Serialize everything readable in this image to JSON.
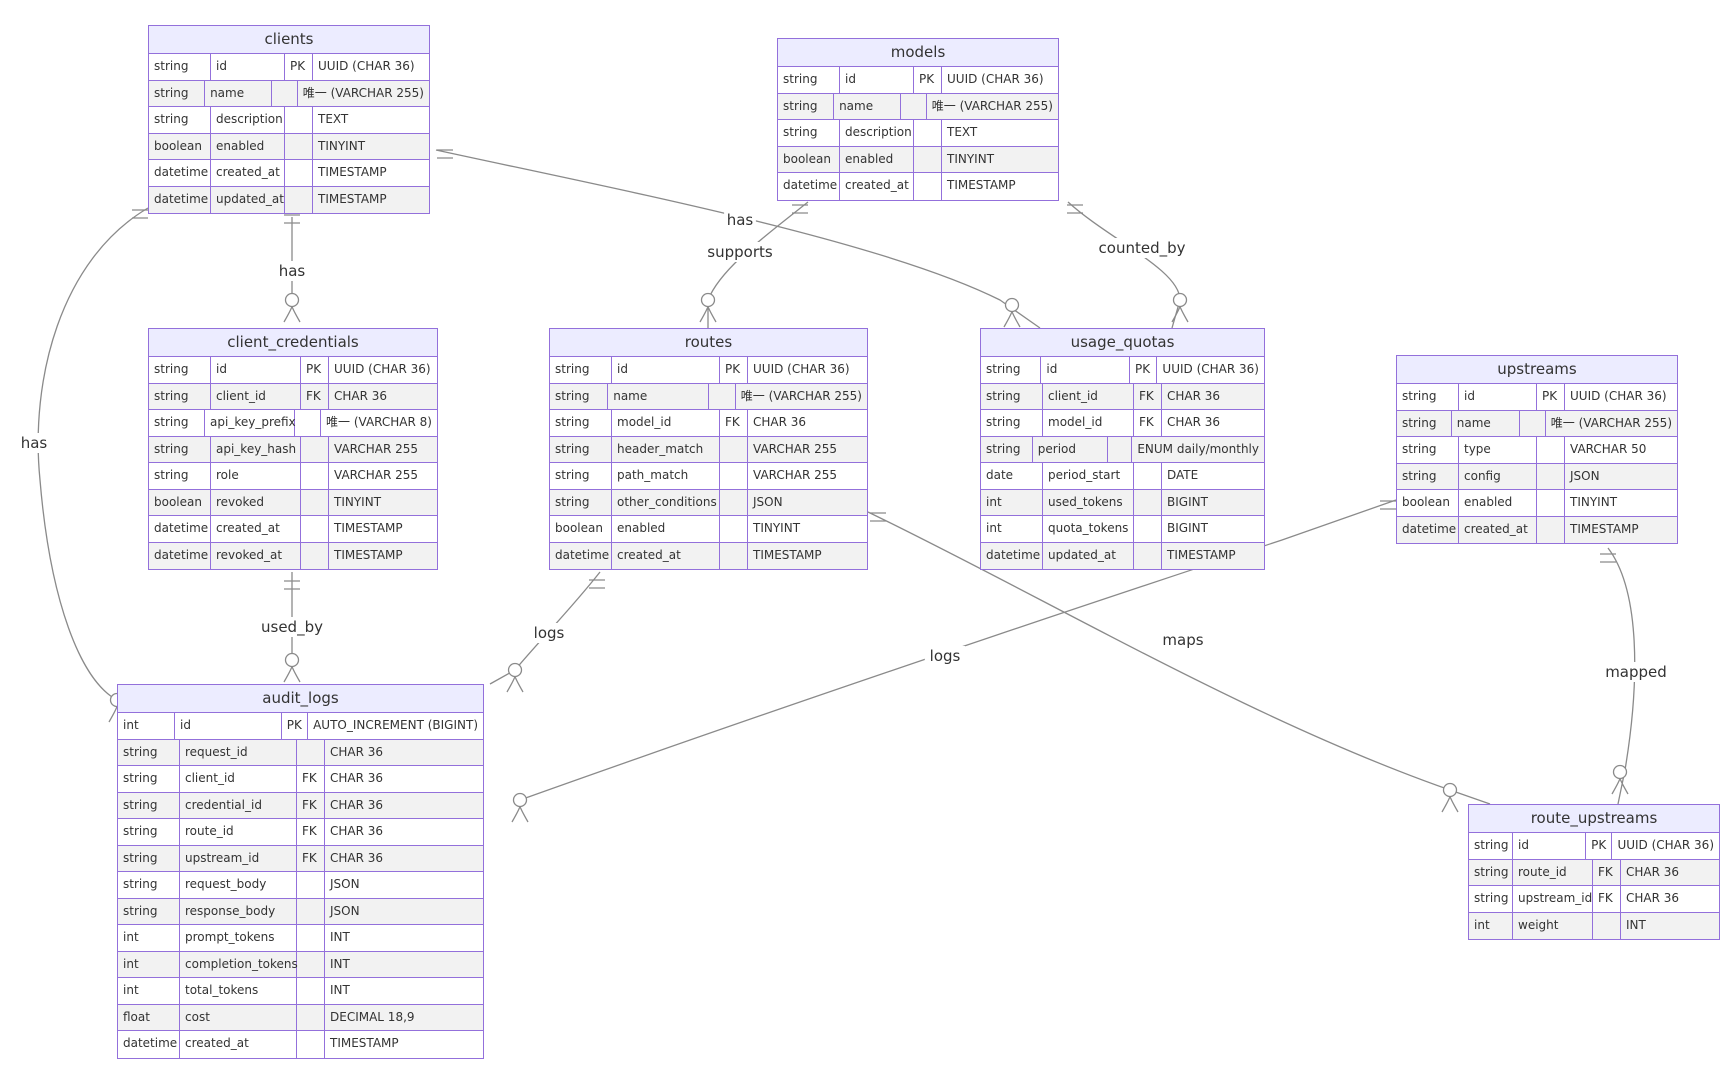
{
  "entities": [
    {
      "name": "clients",
      "rows": [
        [
          "string",
          "id",
          "PK",
          "UUID (CHAR 36)"
        ],
        [
          "string",
          "name",
          "",
          "唯一 (VARCHAR 255)"
        ],
        [
          "string",
          "description",
          "",
          "TEXT"
        ],
        [
          "boolean",
          "enabled",
          "",
          "TINYINT"
        ],
        [
          "datetime",
          "created_at",
          "",
          "TIMESTAMP"
        ],
        [
          "datetime",
          "updated_at",
          "",
          "TIMESTAMP"
        ]
      ]
    },
    {
      "name": "models",
      "rows": [
        [
          "string",
          "id",
          "PK",
          "UUID (CHAR 36)"
        ],
        [
          "string",
          "name",
          "",
          "唯一 (VARCHAR 255)"
        ],
        [
          "string",
          "description",
          "",
          "TEXT"
        ],
        [
          "boolean",
          "enabled",
          "",
          "TINYINT"
        ],
        [
          "datetime",
          "created_at",
          "",
          "TIMESTAMP"
        ]
      ]
    },
    {
      "name": "client_credentials",
      "rows": [
        [
          "string",
          "id",
          "PK",
          "UUID (CHAR 36)"
        ],
        [
          "string",
          "client_id",
          "FK",
          "CHAR 36"
        ],
        [
          "string",
          "api_key_prefix",
          "",
          "唯一 (VARCHAR 8)"
        ],
        [
          "string",
          "api_key_hash",
          "",
          "VARCHAR 255"
        ],
        [
          "string",
          "role",
          "",
          "VARCHAR 255"
        ],
        [
          "boolean",
          "revoked",
          "",
          "TINYINT"
        ],
        [
          "datetime",
          "created_at",
          "",
          "TIMESTAMP"
        ],
        [
          "datetime",
          "revoked_at",
          "",
          "TIMESTAMP"
        ]
      ]
    },
    {
      "name": "routes",
      "rows": [
        [
          "string",
          "id",
          "PK",
          "UUID (CHAR 36)"
        ],
        [
          "string",
          "name",
          "",
          "唯一 (VARCHAR 255)"
        ],
        [
          "string",
          "model_id",
          "FK",
          "CHAR 36"
        ],
        [
          "string",
          "header_match",
          "",
          "VARCHAR 255"
        ],
        [
          "string",
          "path_match",
          "",
          "VARCHAR 255"
        ],
        [
          "string",
          "other_conditions",
          "",
          "JSON"
        ],
        [
          "boolean",
          "enabled",
          "",
          "TINYINT"
        ],
        [
          "datetime",
          "created_at",
          "",
          "TIMESTAMP"
        ]
      ]
    },
    {
      "name": "usage_quotas",
      "rows": [
        [
          "string",
          "id",
          "PK",
          "UUID (CHAR 36)"
        ],
        [
          "string",
          "client_id",
          "FK",
          "CHAR 36"
        ],
        [
          "string",
          "model_id",
          "FK",
          "CHAR 36"
        ],
        [
          "string",
          "period",
          "",
          "ENUM daily/monthly"
        ],
        [
          "date",
          "period_start",
          "",
          "DATE"
        ],
        [
          "int",
          "used_tokens",
          "",
          "BIGINT"
        ],
        [
          "int",
          "quota_tokens",
          "",
          "BIGINT"
        ],
        [
          "datetime",
          "updated_at",
          "",
          "TIMESTAMP"
        ]
      ]
    },
    {
      "name": "upstreams",
      "rows": [
        [
          "string",
          "id",
          "PK",
          "UUID (CHAR 36)"
        ],
        [
          "string",
          "name",
          "",
          "唯一 (VARCHAR 255)"
        ],
        [
          "string",
          "type",
          "",
          "VARCHAR 50"
        ],
        [
          "string",
          "config",
          "",
          "JSON"
        ],
        [
          "boolean",
          "enabled",
          "",
          "TINYINT"
        ],
        [
          "datetime",
          "created_at",
          "",
          "TIMESTAMP"
        ]
      ]
    },
    {
      "name": "audit_logs",
      "rows": [
        [
          "int",
          "id",
          "PK",
          "AUTO_INCREMENT (BIGINT)"
        ],
        [
          "string",
          "request_id",
          "",
          "CHAR 36"
        ],
        [
          "string",
          "client_id",
          "FK",
          "CHAR 36"
        ],
        [
          "string",
          "credential_id",
          "FK",
          "CHAR 36"
        ],
        [
          "string",
          "route_id",
          "FK",
          "CHAR 36"
        ],
        [
          "string",
          "upstream_id",
          "FK",
          "CHAR 36"
        ],
        [
          "string",
          "request_body",
          "",
          "JSON"
        ],
        [
          "string",
          "response_body",
          "",
          "JSON"
        ],
        [
          "int",
          "prompt_tokens",
          "",
          "INT"
        ],
        [
          "int",
          "completion_tokens",
          "",
          "INT"
        ],
        [
          "int",
          "total_tokens",
          "",
          "INT"
        ],
        [
          "float",
          "cost",
          "",
          "DECIMAL 18,9"
        ],
        [
          "datetime",
          "created_at",
          "",
          "TIMESTAMP"
        ]
      ]
    },
    {
      "name": "route_upstreams",
      "rows": [
        [
          "string",
          "id",
          "PK",
          "UUID (CHAR 36)"
        ],
        [
          "string",
          "route_id",
          "FK",
          "CHAR 36"
        ],
        [
          "string",
          "upstream_id",
          "FK",
          "CHAR 36"
        ],
        [
          "int",
          "weight",
          "",
          "INT"
        ]
      ]
    }
  ],
  "relationships": [
    {
      "label": "has",
      "from": "clients",
      "to": "client_credentials",
      "from_card": "exactly-one",
      "to_card": "zero-or-many"
    },
    {
      "label": "has",
      "from": "clients",
      "to": "audit_logs",
      "from_card": "exactly-one",
      "to_card": "zero-or-many"
    },
    {
      "label": "has",
      "from": "clients",
      "to": "usage_quotas",
      "from_card": "exactly-one",
      "to_card": "zero-or-many"
    },
    {
      "label": "supports",
      "from": "models",
      "to": "routes",
      "from_card": "exactly-one",
      "to_card": "zero-or-many"
    },
    {
      "label": "counted_by",
      "from": "models",
      "to": "usage_quotas",
      "from_card": "exactly-one",
      "to_card": "zero-or-many"
    },
    {
      "label": "used_by",
      "from": "client_credentials",
      "to": "audit_logs",
      "from_card": "exactly-one",
      "to_card": "zero-or-many"
    },
    {
      "label": "logs",
      "from": "routes",
      "to": "audit_logs",
      "from_card": "exactly-one",
      "to_card": "zero-or-many"
    },
    {
      "label": "maps",
      "from": "routes",
      "to": "route_upstreams",
      "from_card": "exactly-one",
      "to_card": "zero-or-many"
    },
    {
      "label": "logs",
      "from": "upstreams",
      "to": "audit_logs",
      "from_card": "exactly-one",
      "to_card": "zero-or-many"
    },
    {
      "label": "mapped",
      "from": "upstreams",
      "to": "route_upstreams",
      "from_card": "exactly-one",
      "to_card": "zero-or-many"
    }
  ],
  "colors": {
    "entity_border": "#9370DB",
    "entity_header": "#ECECFF",
    "row_alt": "#f2f2f2",
    "line": "#8a8a8a",
    "text": "#333333"
  }
}
